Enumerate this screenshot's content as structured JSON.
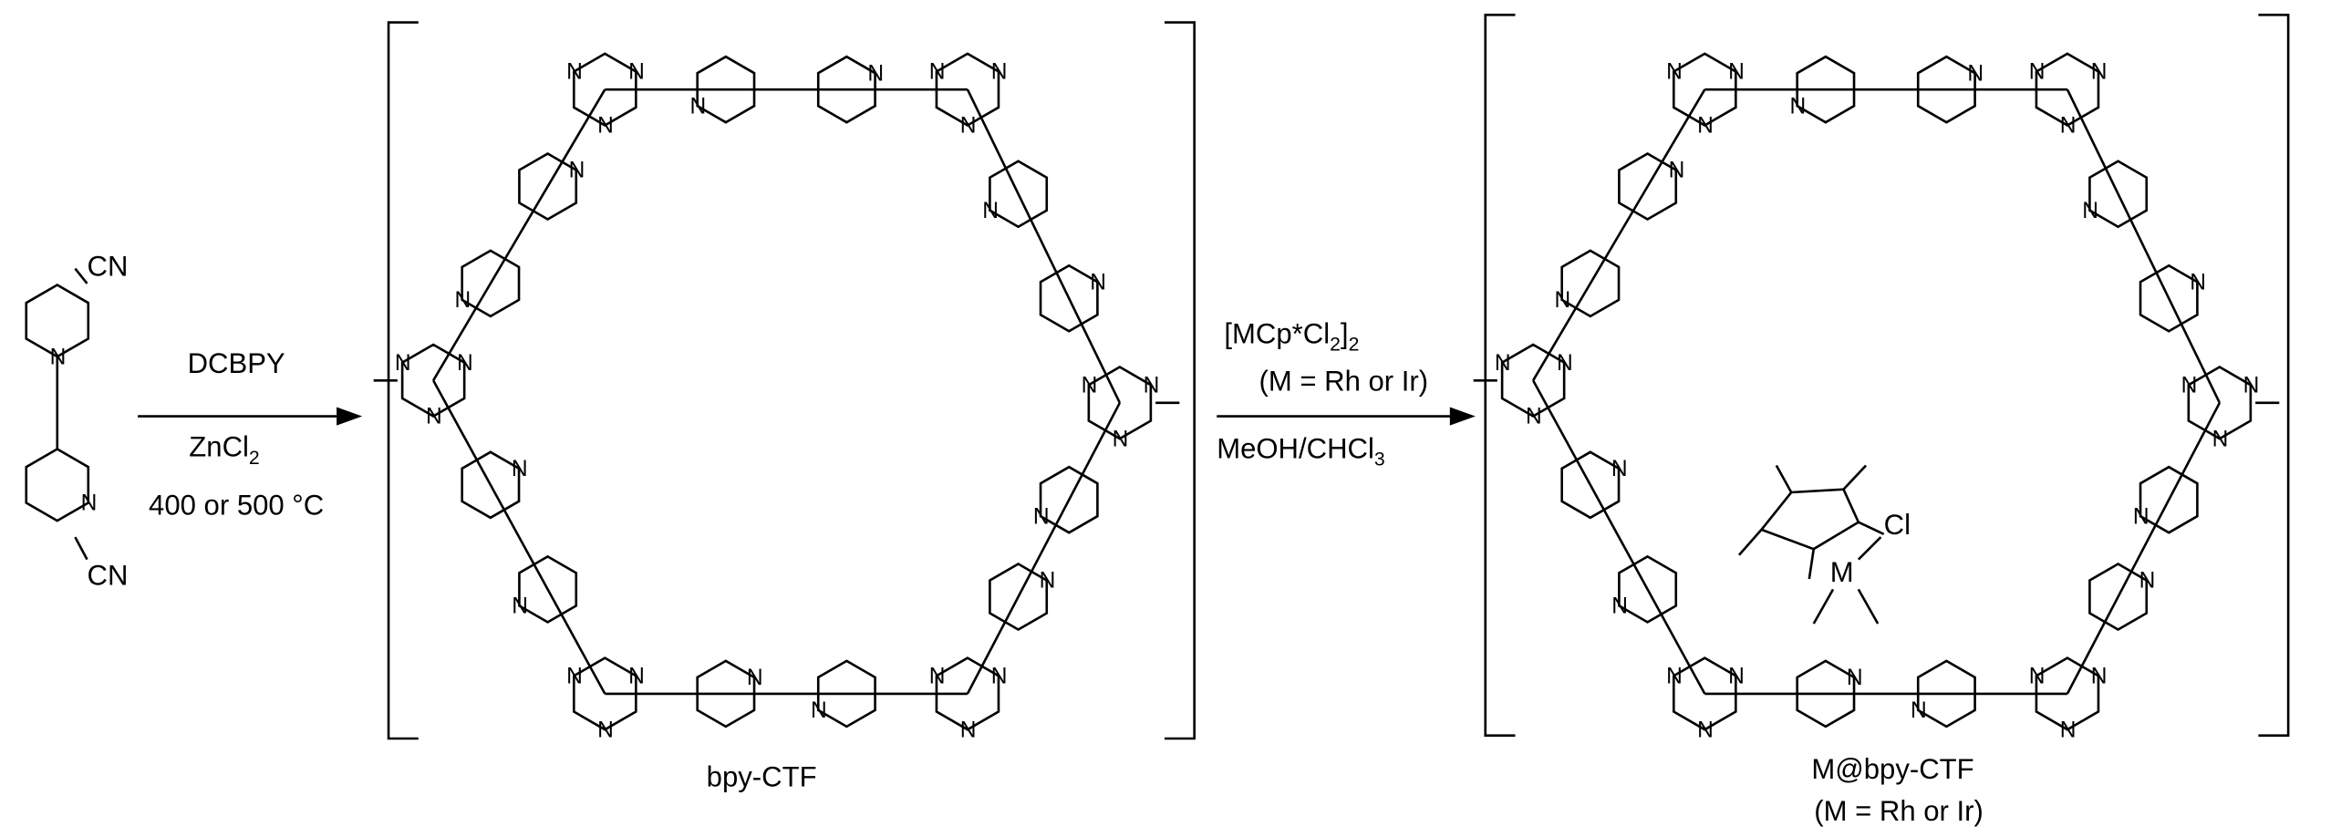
{
  "starting_material": {
    "name": "DCBPY",
    "substituent_top": "CN",
    "substituent_bottom": "CN",
    "ring_atom": "N"
  },
  "step1": {
    "reagent": "DCBPY",
    "catalyst": "ZnCl",
    "catalyst_sub": "2",
    "conditions": "400 or 500 °C"
  },
  "product1": {
    "label": "bpy-CTF"
  },
  "step2": {
    "reagent_pre": "[MCp*Cl",
    "reagent_sub": "2",
    "reagent_post": "]",
    "reagent_post_sub": "2",
    "metal_note": "(M = Rh or Ir)",
    "solvent_pre": "MeOH/CHCl",
    "solvent_sub": "3"
  },
  "product2": {
    "label": "M@bpy-CTF",
    "metal_note": "(M = Rh or Ir)",
    "metal": "M",
    "ligand": "Cl"
  },
  "atoms": {
    "nitrogen": "N"
  }
}
